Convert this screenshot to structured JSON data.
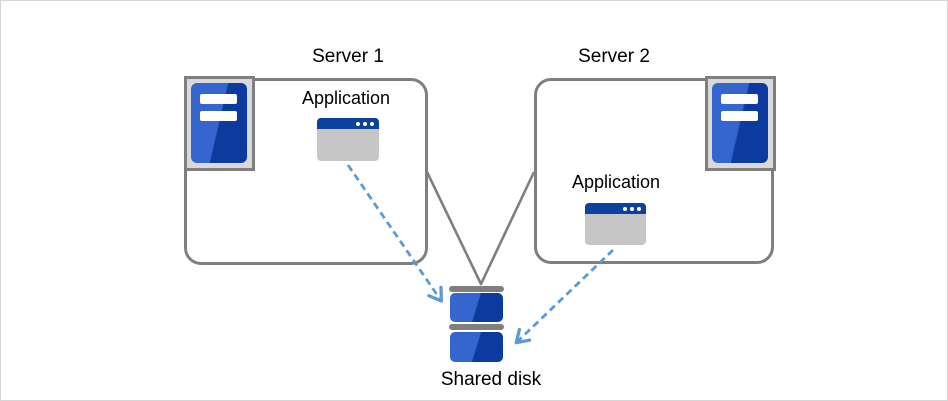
{
  "diagram": {
    "server1": {
      "title": "Server 1",
      "application_label": "Application"
    },
    "server2": {
      "title": "Server 2",
      "application_label": "Application"
    },
    "shared_disk": {
      "label": "Shared disk"
    },
    "connections": [
      {
        "from": "server1-box",
        "to": "shared-disk",
        "style": "solid-gray-line"
      },
      {
        "from": "server2-box",
        "to": "shared-disk",
        "style": "solid-gray-line"
      },
      {
        "from": "server1-application",
        "to": "shared-disk",
        "style": "dashed-blue-arrow"
      },
      {
        "from": "server2-application",
        "to": "shared-disk",
        "style": "dashed-blue-arrow"
      }
    ],
    "icons": {
      "server_icon": "server-tower",
      "application_icon": "application-window",
      "disk_icon": "stacked-disk"
    }
  },
  "colors": {
    "blue_light": "#3566d0",
    "blue_dark": "#0c3a9e",
    "titlebar_blue": "#0d419e",
    "window_body": "#c6c6c6",
    "icon_frame_fill": "#d9d9d9",
    "line_gray": "#7f7f7f",
    "arrow_blue": "#5b9bd5",
    "canvas_border": "#d6d6d6"
  }
}
